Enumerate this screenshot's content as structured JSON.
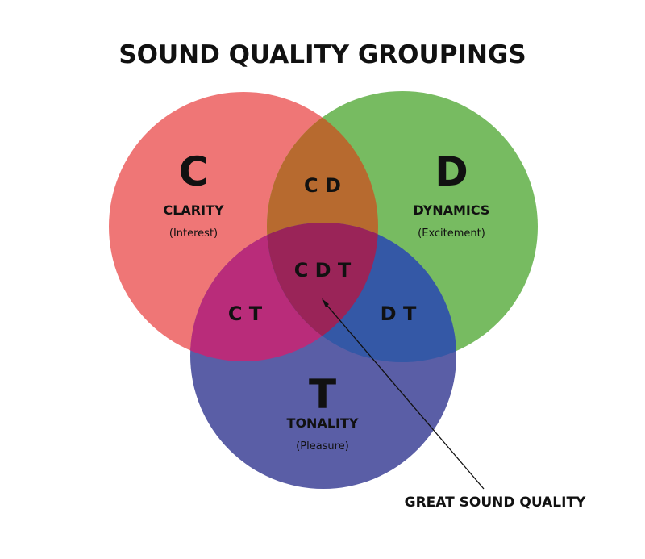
{
  "title": "SOUND QUALITY GROUPINGS",
  "colors": {
    "clarity": "#ef7676",
    "dynamics": "#77bb61",
    "tonality": "#5a5ea6",
    "cd": "#b76a2f",
    "ct": "#b92c7a",
    "dt": "#3458a6",
    "cdt": "#9a2458",
    "text": "#111111"
  },
  "sets": [
    {
      "letter": "C",
      "name": "CLARITY",
      "sub": "(Interest)"
    },
    {
      "letter": "D",
      "name": "DYNAMICS",
      "sub": "(Excitement)"
    },
    {
      "letter": "T",
      "name": "TONALITY",
      "sub": "(Pleasure)"
    }
  ],
  "intersections": {
    "cd": "C D",
    "ct": "C T",
    "dt": "D T",
    "cdt": "C D T"
  },
  "callout": "GREAT SOUND QUALITY"
}
